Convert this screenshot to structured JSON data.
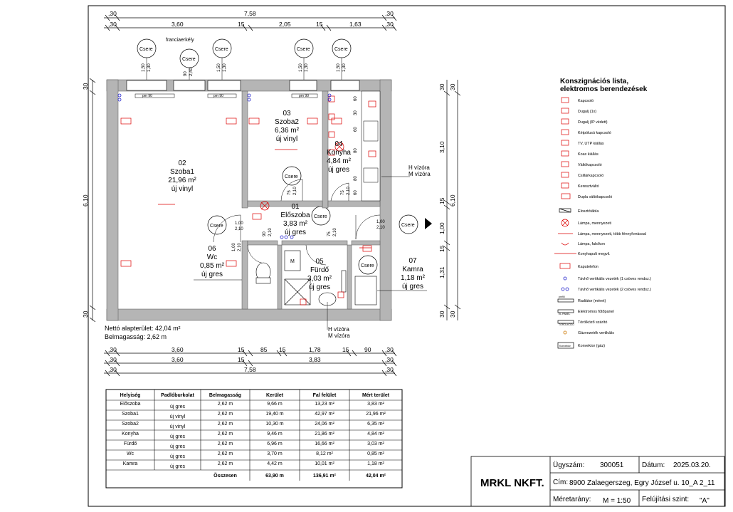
{
  "dims": {
    "top_total": "7,58",
    "top_small": ",30",
    "top_parts": [
      "3,60",
      "15",
      "2,05",
      "15",
      "1,63"
    ],
    "bottom_row1": [
      "3,60",
      "15",
      "85",
      "15",
      "1,78",
      "15",
      "90"
    ],
    "bottom_row2": [
      "3,60",
      "15",
      "3,83"
    ],
    "bottom_total": "7,58",
    "left_total": "6,10",
    "left_small": "30",
    "right_parts": [
      "3,10",
      "15",
      "1,00",
      "15",
      "1,31"
    ],
    "right_total": "6,10",
    "door_dims": [
      "1,00",
      "2,10",
      "75",
      "2,10",
      "1,00",
      "2,10",
      "75",
      "2,10",
      "90",
      "2,10",
      "75",
      "2,10",
      "1,00",
      "2,10"
    ],
    "window_dims": [
      "1,50",
      "1,30",
      "90",
      "2,40",
      "1,50",
      "1,30",
      "1,50",
      "1,30",
      "1,50",
      "1,30"
    ],
    "kitchen_dims": [
      "60",
      "30",
      "60",
      "80",
      "80",
      "60"
    ]
  },
  "labels": {
    "csere": "Csere",
    "franciaerkely": "franciaerkély",
    "pm90": "pm 90",
    "rad": "pm 90",
    "h_vizora": "H vízóra",
    "m_vizora": "M vízóra",
    "m_box": "M"
  },
  "rooms": [
    {
      "no": "02",
      "name": "Szoba1",
      "area": "21,96 m²",
      "floor": "új vinyl"
    },
    {
      "no": "03",
      "name": "Szoba2",
      "area": "6,36 m²",
      "floor": "új vinyl"
    },
    {
      "no": "04",
      "name": "Konyha",
      "area": "4,84 m²",
      "floor": "új gres"
    },
    {
      "no": "01",
      "name": "Előszoba",
      "area": "3,83 m²",
      "floor": "új gres"
    },
    {
      "no": "06",
      "name": "Wc",
      "area": "0,85 m²",
      "floor": "új gres"
    },
    {
      "no": "05",
      "name": "Fürdő",
      "area": "3,03 m²",
      "floor": "új gres"
    },
    {
      "no": "07",
      "name": "Kamra",
      "area": "1,18 m²",
      "floor": "új gres"
    }
  ],
  "summary": {
    "net_area": "Nettó alapterület: 42,04 m²",
    "ceiling": "Belmagasság: 2,62 m"
  },
  "legend": {
    "title1": "Konszignációs lista,",
    "title2": "elektromos berendezések",
    "items": [
      "Kapcsoló",
      "Dugalj (1x)",
      "Dugalj (IP védett)",
      "Kétpólusú kapcsoló",
      "TV, UTP kiállás",
      "Koax kiállás",
      "Váltókapcsoló",
      "Csillárkapcsoló",
      "Keresztváltó",
      "Dupla váltókapcsoló",
      "Elosztótábla",
      "Lámpa, mennyezeti",
      "Lámpa, mennyezeti, több fénnyforrással",
      "Lámpa, falsíkon",
      "Konyhapult megvil.",
      "Kaputelefon",
      "Távhő vertikális vezeték (1 csöves rendsz.)",
      "Távhő vertikális vezeték (2 csöves rendsz.)",
      "Radiátor (méret)",
      "Elektromos fűtőpanel",
      "Törölköző szárító",
      "Gázvezeték vertikális",
      "Konvektor (gáz)"
    ],
    "small": {
      "radiator": "pm90",
      "panel": "EL PANEL",
      "towel": "TÖRÖLKÖZŐ",
      "konvektor": "Konvektor"
    }
  },
  "table": {
    "headers": [
      "Helyiség",
      "Padlóburkolat",
      "Belmagasság",
      "Kerület",
      "Fal felület",
      "Mért terület"
    ],
    "rows": [
      [
        "Előszoba",
        "új gres",
        "2,62 m",
        "9,66 m",
        "13,23 m²",
        "3,83 m²"
      ],
      [
        "Szoba1",
        "új vinyl",
        "2,62 m",
        "19,40 m",
        "42,97 m²",
        "21,96 m²"
      ],
      [
        "Szoba2",
        "új vinyl",
        "2,62 m",
        "10,30 m",
        "24,06 m²",
        "6,35 m²"
      ],
      [
        "Konyha",
        "új gres",
        "2,62 m",
        "9,46 m",
        "21,86 m²",
        "4,84 m²"
      ],
      [
        "Fürdő",
        "új gres",
        "2,62 m",
        "6,96 m",
        "16,66 m²",
        "3,03 m²"
      ],
      [
        "Wc",
        "új gres",
        "2,62 m",
        "3,70 m",
        "8,12 m²",
        "0,85 m²"
      ],
      [
        "Kamra",
        "új gres",
        "2,62 m",
        "4,42 m",
        "10,01 m²",
        "1,18 m²"
      ]
    ],
    "total": [
      "Összesen",
      "63,90 m",
      "136,91 m²",
      "42,04 m²"
    ]
  },
  "titleblock": {
    "company": "MRKL NKFT.",
    "ugyszam_label": "Ügyszám:",
    "ugyszam": "300051",
    "datum_label": "Dátum:",
    "datum": "2025.03.20.",
    "cim_label": "Cím:",
    "cim": "8900 Zalaegerszeg, Egry József u. 10_A 2_11",
    "meretarany_label": "Méretarány:",
    "meretarany": "M = 1:50",
    "szint_label": "Felújítási szint:",
    "szint": "\"A\""
  }
}
